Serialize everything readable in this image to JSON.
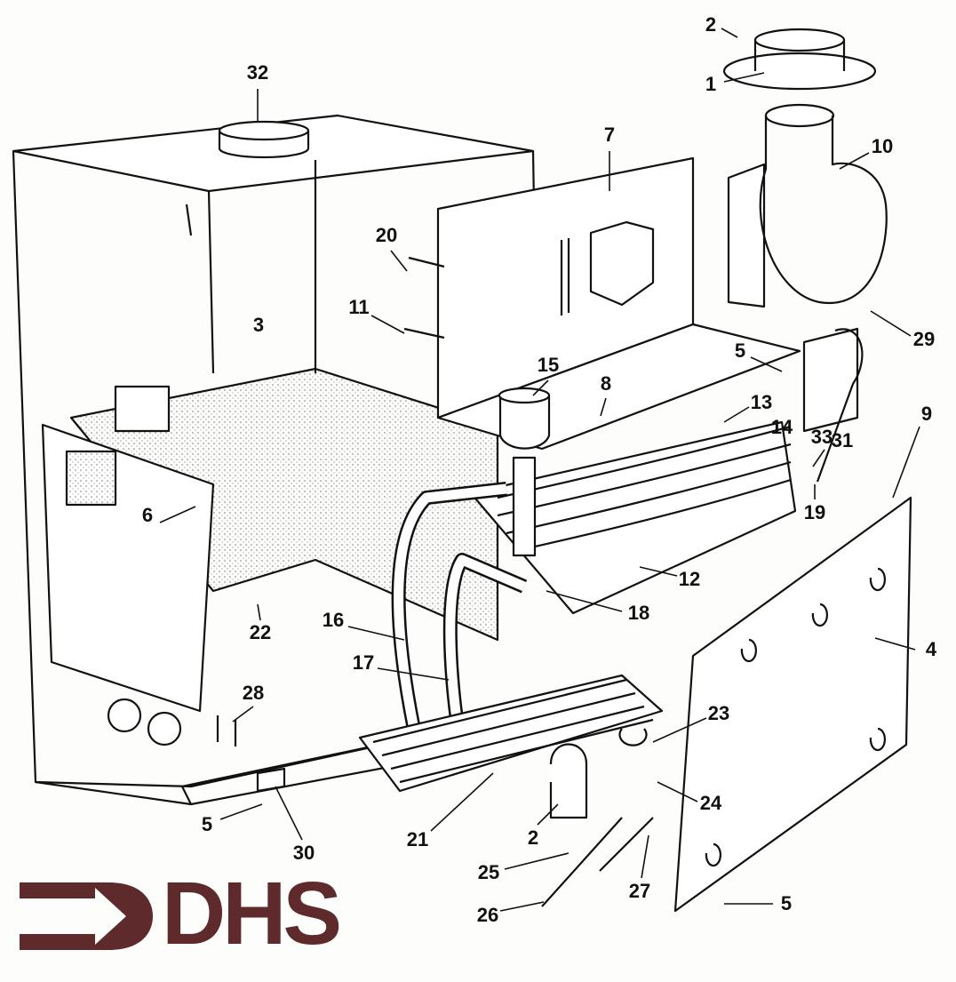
{
  "diagram": {
    "title": "Exploded parts diagram",
    "labels": [
      "2",
      "1",
      "32",
      "10",
      "7",
      "20",
      "11",
      "3",
      "29",
      "5",
      "15",
      "8",
      "13",
      "14",
      "31",
      "33",
      "9",
      "19",
      "6",
      "12",
      "18",
      "22",
      "16",
      "4",
      "17",
      "28",
      "23",
      "24",
      "2",
      "5",
      "30",
      "21",
      "25",
      "26",
      "27",
      "5"
    ]
  },
  "logo": {
    "text": "DHS"
  },
  "colors": {
    "ink": "#111111",
    "logo": "#5e2a2c",
    "stipple": "#8a8a8a"
  }
}
